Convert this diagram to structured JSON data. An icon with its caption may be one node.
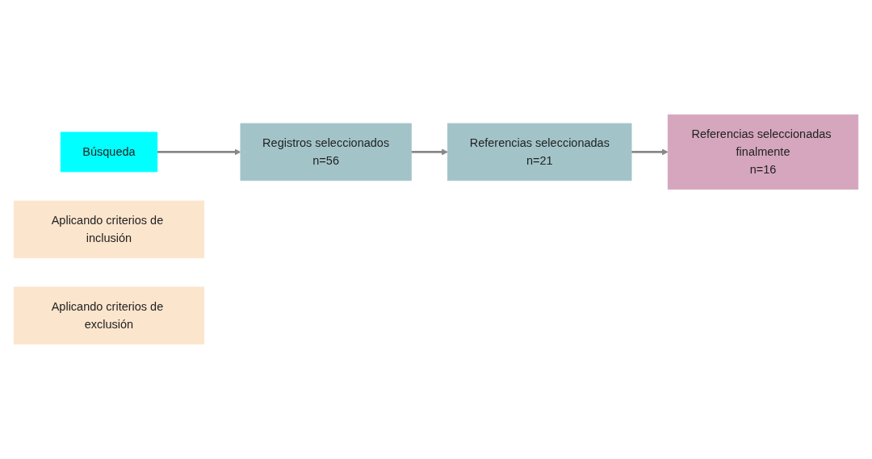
{
  "diagram": {
    "nodes": [
      {
        "text": [
          "Búsqueda"
        ]
      },
      {
        "text": [
          "Registros seleccionados",
          "n=56"
        ]
      },
      {
        "text": [
          "Aplicando criterios de inclusión"
        ]
      },
      {
        "text": [
          "Referencias seleccionadas",
          "n=21"
        ]
      },
      {
        "text": [
          "Aplicando criterios de exclusión"
        ]
      },
      {
        "text": [
          "Referencias seleccionadas finalmente",
          "n=16"
        ]
      }
    ],
    "edges": [
      {
        "from": 0,
        "to": 1,
        "arrow": "to"
      },
      {
        "from": 1,
        "to": 3,
        "arrow": "to"
      },
      {
        "from": 3,
        "to": 5,
        "arrow": "to"
      }
    ]
  }
}
